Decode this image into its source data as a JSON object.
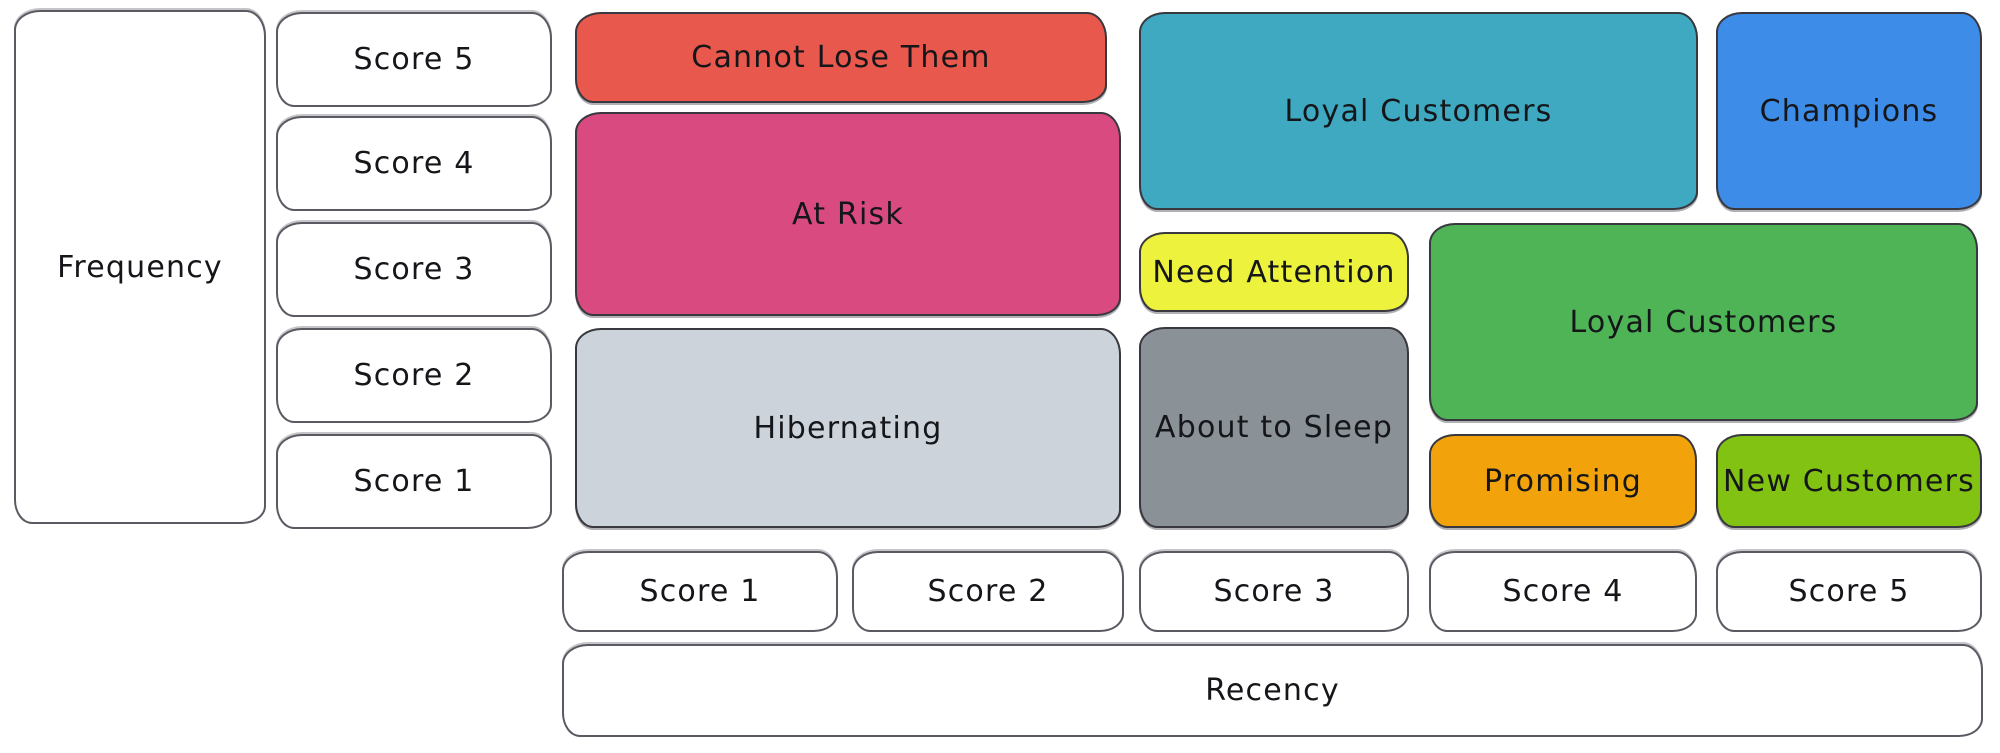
{
  "axes": {
    "frequency_label": "Frequency",
    "recency_label": "Recency",
    "frequency_scores": [
      "Score 5",
      "Score 4",
      "Score 3",
      "Score 2",
      "Score 1"
    ],
    "recency_scores": [
      "Score 1",
      "Score 2",
      "Score 3",
      "Score 4",
      "Score 5"
    ]
  },
  "segments": [
    {
      "label": "Cannot Lose Them",
      "color": "#e9584d",
      "recency_span": "1-2",
      "frequency_span": "5"
    },
    {
      "label": "At Risk",
      "color": "#d94b80",
      "recency_span": "1-2",
      "frequency_span": "3-4"
    },
    {
      "label": "Hibernating",
      "color": "#cdd3da",
      "recency_span": "1-2",
      "frequency_span": "1-2"
    },
    {
      "label": "Loyal Customers",
      "color": "#3fa9c1",
      "recency_span": "3-4",
      "frequency_span": "4-5"
    },
    {
      "label": "Champions",
      "color": "#3d8ce8",
      "recency_span": "5",
      "frequency_span": "4-5"
    },
    {
      "label": "Need Attention",
      "color": "#edf23d",
      "recency_span": "3",
      "frequency_span": "3"
    },
    {
      "label": "Loyal Customers",
      "color": "#4eb456",
      "recency_span": "4-5",
      "frequency_span": "2-3"
    },
    {
      "label": "About to Sleep",
      "color": "#8a9197",
      "recency_span": "3",
      "frequency_span": "1-2"
    },
    {
      "label": "Promising",
      "color": "#f2a30c",
      "recency_span": "4",
      "frequency_span": "1"
    },
    {
      "label": "New Customers",
      "color": "#82c213",
      "recency_span": "5",
      "frequency_span": "1"
    }
  ],
  "colors": {
    "outline": "#38383e",
    "white_box_outline": "#5a5a62",
    "background": "#ffffff",
    "text": "#15161a"
  }
}
